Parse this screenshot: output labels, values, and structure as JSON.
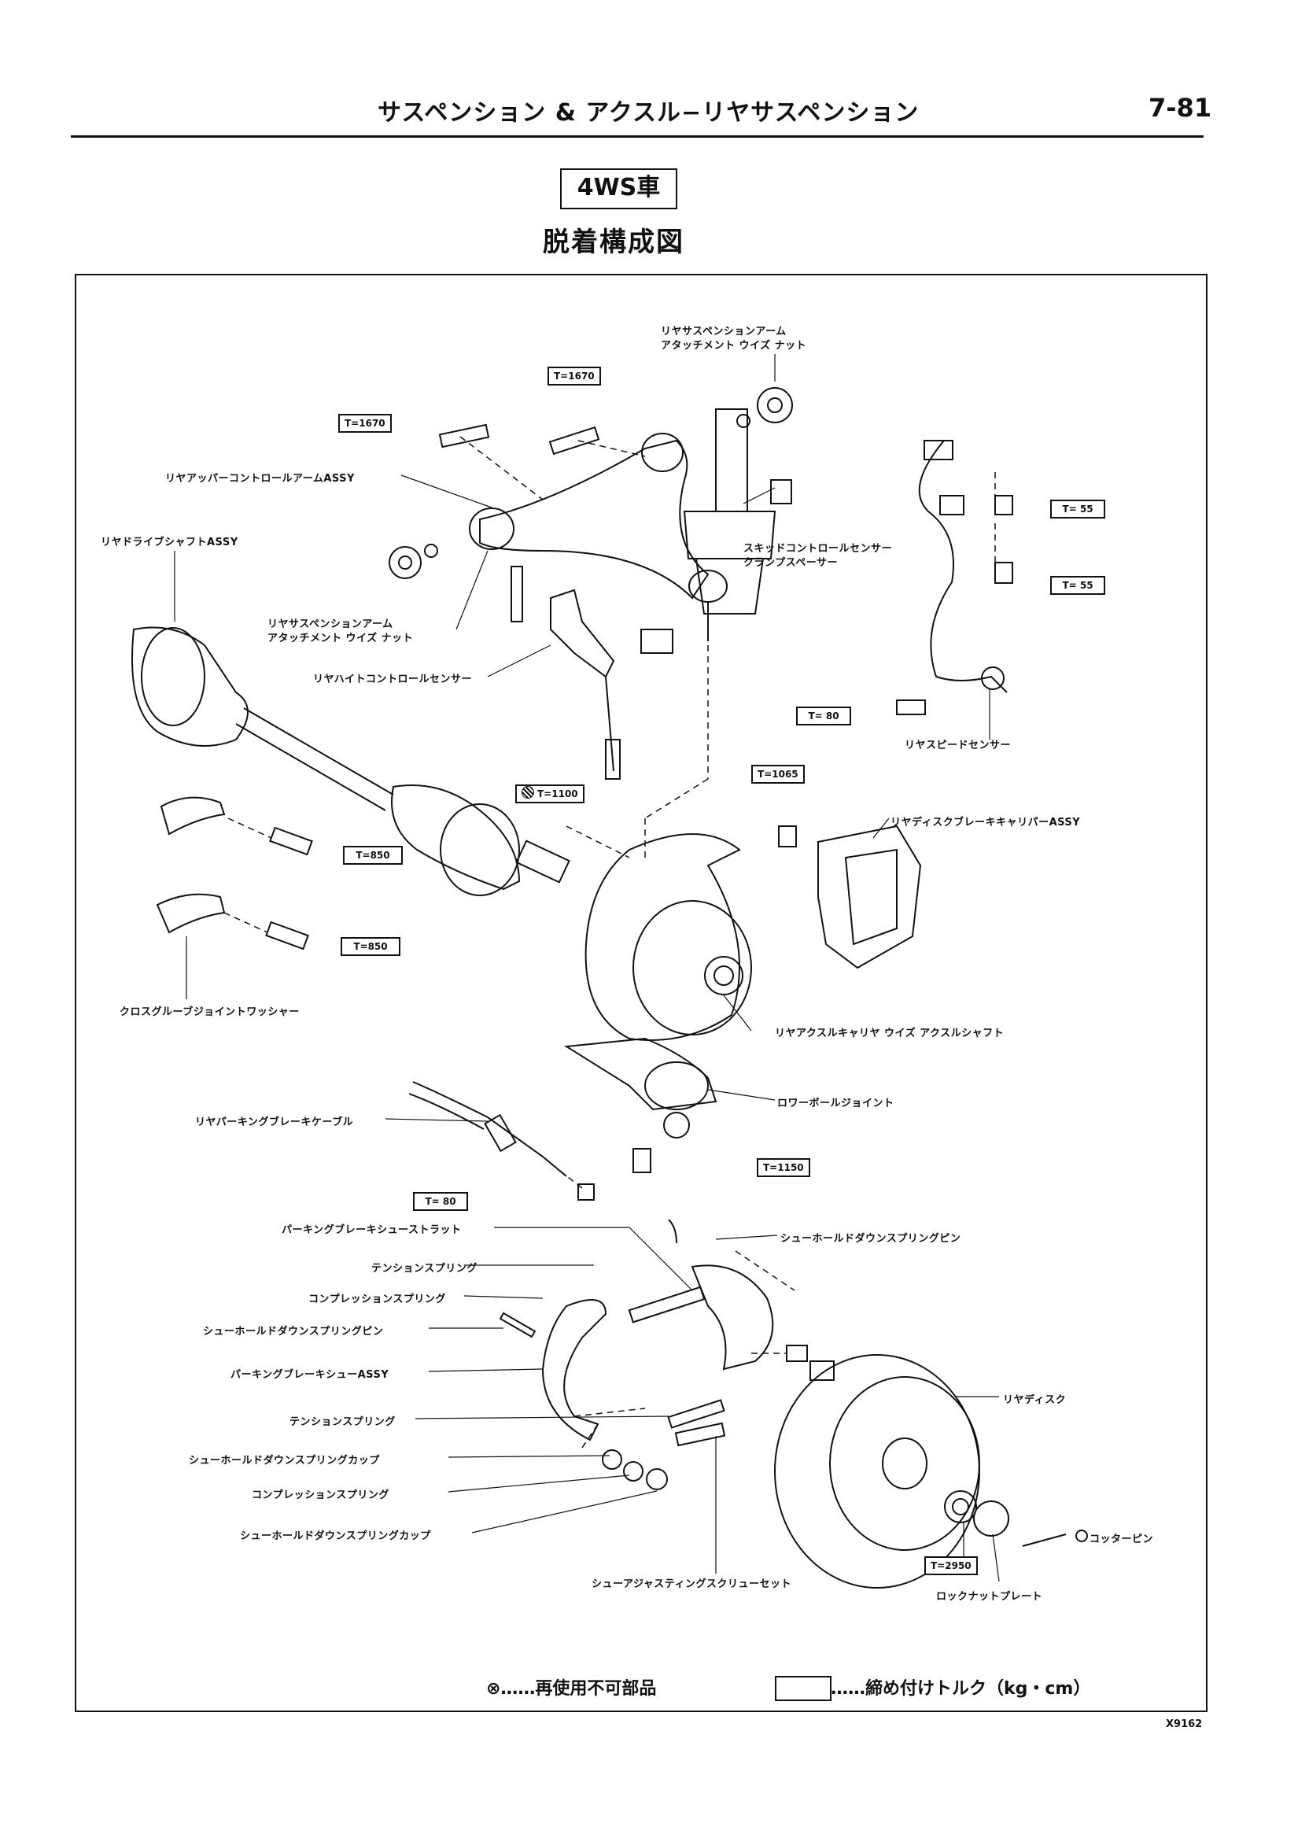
{
  "header": {
    "title": "サスペンション & アクスル−リヤサスペンション",
    "page_number": "7-81"
  },
  "badge": "4WS車",
  "diagram_title": "脱着構成図",
  "labels": {
    "arm_nut_top_1": "リヤサスペンションアーム",
    "arm_nut_top_2": "アタッチメント ウイズ ナット",
    "upper_arm": "リヤアッパーコントロールアームASSY",
    "drive_shaft": "リヤドライブシャフトASSY",
    "skid_spacer_1": "スキッドコントロールセンサー",
    "skid_spacer_2": "クランプスペーサー",
    "arm_nut_left_1": "リヤサスペンションアーム",
    "arm_nut_left_2": "アタッチメント ウイズ ナット",
    "height_sensor": "リヤハイトコントロールセンサー",
    "speed_sensor": "リヤスピードセンサー",
    "caliper": "リヤディスクブレーキキャリパーASSY",
    "cross_groove_washer": "クロスグルーブジョイントワッシャー",
    "axle_carrier": "リヤアクスルキャリヤ ウイズ アクスルシャフト",
    "lower_ball_joint": "ロワーボールジョイント",
    "parking_cable": "リヤパーキングブレーキケーブル",
    "shoe_strut": "パーキングブレーキシューストラット",
    "hold_down_pin_r": "シューホールドダウンスプリングピン",
    "tension_spring_1": "テンションスプリング",
    "compression_spring_1": "コンプレッションスプリング",
    "hold_down_pin_l": "シューホールドダウンスプリングピン",
    "shoe_assy": "パーキングブレーキシューASSY",
    "rear_disc": "リヤディスク",
    "tension_spring_2": "テンションスプリング",
    "hold_down_cup_1": "シューホールドダウンスプリングカップ",
    "compression_spring_2": "コンプレッションスプリング",
    "hold_down_cup_2": "シューホールドダウンスプリングカップ",
    "cotter_pin": "コッターピン",
    "adjusting_screw": "シューアジャスティングスクリューセット",
    "lock_nut_plate": "ロックナットプレート"
  },
  "torques": {
    "t1670_a": "T=1670",
    "t1670_b": "T=1670",
    "t55_a": "T= 55",
    "t55_b": "T= 55",
    "t80_a": "T= 80",
    "t1065": "T=1065",
    "t1100": "T=1100",
    "t850_a": "T=850",
    "t850_b": "T=850",
    "t1150": "T=1150",
    "t80_b": "T= 80",
    "t2950": "T=2950"
  },
  "legend": {
    "non_reusable": "⊗……再使用不可部品",
    "torque": "……締め付けトルク（kg・cm）"
  },
  "figure_code": "X9162"
}
